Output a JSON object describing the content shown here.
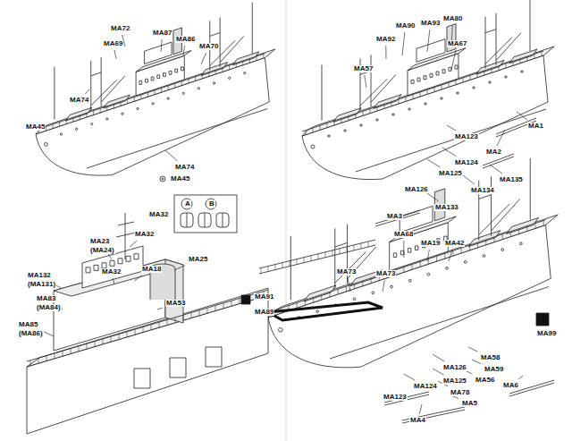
{
  "diagram": {
    "labels": [
      "MA72",
      "MA87",
      "MA86",
      "MA69",
      "MA70",
      "MA74",
      "MA45",
      "MA74",
      "MA45",
      "MA90",
      "MA93",
      "MA80",
      "MA92",
      "MA67",
      "MA57",
      "MA1",
      "MA123",
      "MA2",
      "MA124",
      "MA125",
      "MA135",
      "MA134",
      "MA126",
      "MA133",
      "MA3",
      "MA32",
      "A",
      "B",
      "MA32",
      "MA23",
      "(MA24)",
      "MA32",
      "MA18",
      "MA25",
      "MA53",
      "MA132",
      "(MA131)",
      "MA83",
      "(MA84)",
      "MA85",
      "(MA86)",
      "MA68",
      "MA19",
      "MA42",
      "MA73",
      "MA73",
      "MA91",
      "MA89",
      "MA99",
      "MA58",
      "MA59",
      "MA56",
      "MA126",
      "MA125",
      "MA78",
      "MA5",
      "MA6",
      "MA123",
      "MA124",
      "MA4"
    ]
  }
}
